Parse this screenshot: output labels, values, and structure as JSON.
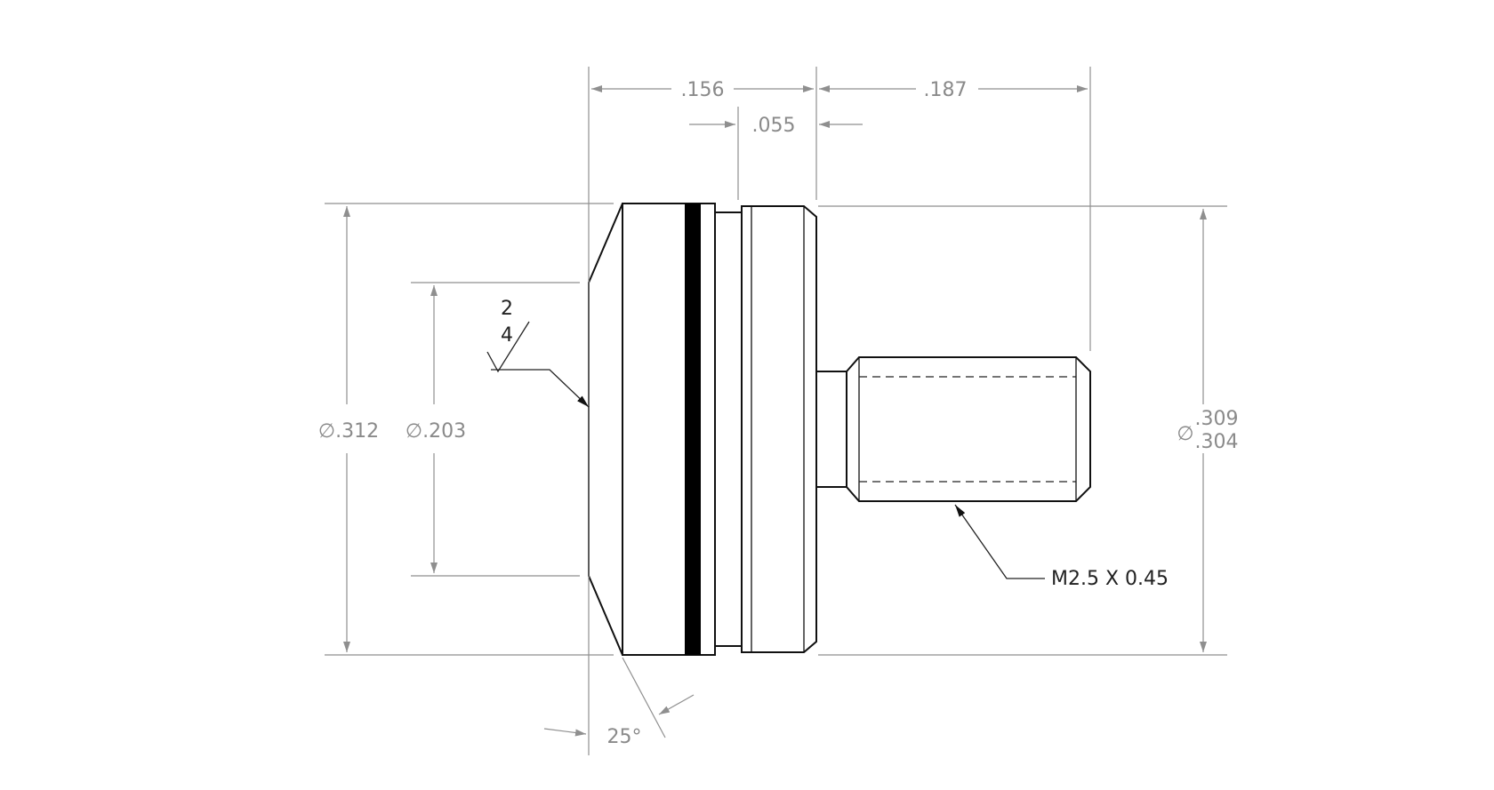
{
  "drawing": {
    "dimensions": {
      "length_flange_knurl": ".156",
      "length_knurl": ".055",
      "length_stud": ".187",
      "dia_overall": "∅.312",
      "dia_face": "∅.203",
      "dia_knurl_max": ".309",
      "dia_knurl_min": ".304",
      "dia_knurl_symbol": "∅",
      "chamfer_angle": "25°"
    },
    "notes": {
      "finish_top": "2",
      "finish_bottom": "4",
      "thread_callout": "M2.5 X 0.45"
    }
  }
}
